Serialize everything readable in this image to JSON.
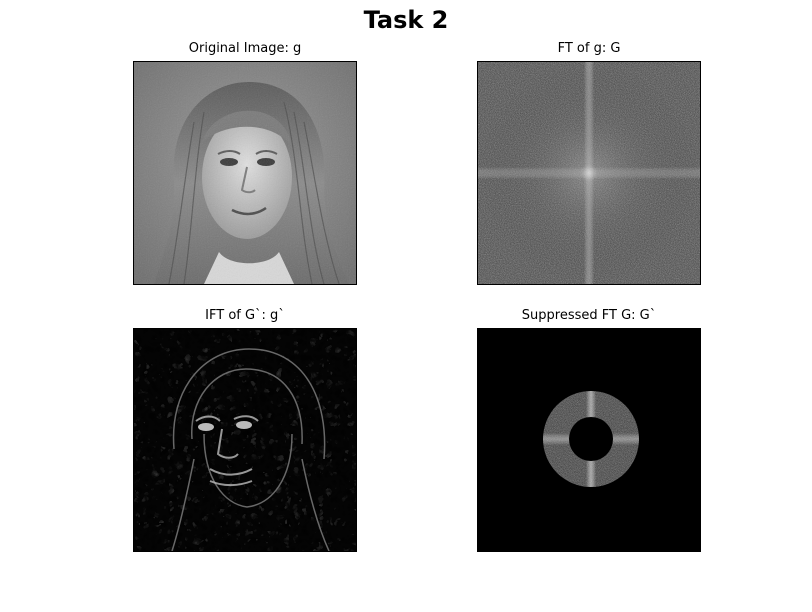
{
  "figure": {
    "title": "Task 2"
  },
  "panels": [
    {
      "title": "Original Image: g",
      "image": "grayscale-face-photo"
    },
    {
      "title": "FT of g: G",
      "image": "fourier-magnitude-spectrum"
    },
    {
      "title": "IFT of G`: g`",
      "image": "band-pass-filtered-face"
    },
    {
      "title": "Suppressed FT G: G`",
      "image": "annular-band-pass-spectrum"
    }
  ],
  "colors": {
    "background": "#ffffff",
    "spectrum_bg": "#4a4a4a",
    "black": "#000000"
  }
}
